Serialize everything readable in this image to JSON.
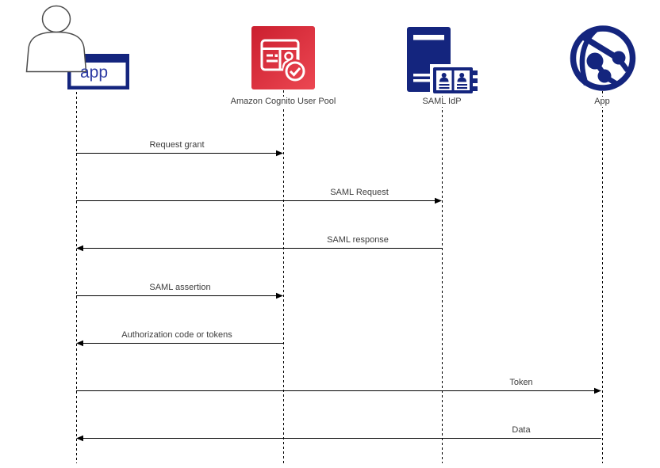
{
  "actors": [
    {
      "id": "user_app",
      "label": "app",
      "icon": "person-user-icon"
    },
    {
      "id": "cognito",
      "label": "Amazon Cognito User Pool",
      "icon": "cognito-id-card-icon"
    },
    {
      "id": "saml_idp",
      "label": "SAML IdP",
      "icon": "server-directory-icon"
    },
    {
      "id": "app",
      "label": "App",
      "icon": "globe-network-icon"
    }
  ],
  "messages": [
    {
      "label": "Request grant",
      "from": "app",
      "to": "Amazon Cognito User Pool",
      "direction": "right"
    },
    {
      "label": "SAML Request",
      "from": "app",
      "to": "SAML IdP",
      "direction": "right"
    },
    {
      "label": "SAML response",
      "from": "SAML IdP",
      "to": "app",
      "direction": "left"
    },
    {
      "label": "SAML assertion",
      "from": "app",
      "to": "Amazon Cognito User Pool",
      "direction": "right"
    },
    {
      "label": "Authorization code or tokens",
      "from": "Amazon Cognito User Pool",
      "to": "app",
      "direction": "left"
    },
    {
      "label": "Token",
      "from": "app",
      "to": "App",
      "direction": "right"
    },
    {
      "label": "Data",
      "from": "App",
      "to": "app",
      "direction": "left"
    }
  ],
  "colors": {
    "navy": "#14257e",
    "app_text": "#2d3ba3",
    "red_start": "#cb1f2f",
    "red_end": "#ec4752",
    "line": "#000000",
    "label_text": "#3d3d3d",
    "person_stroke": "#4d4d4d"
  }
}
